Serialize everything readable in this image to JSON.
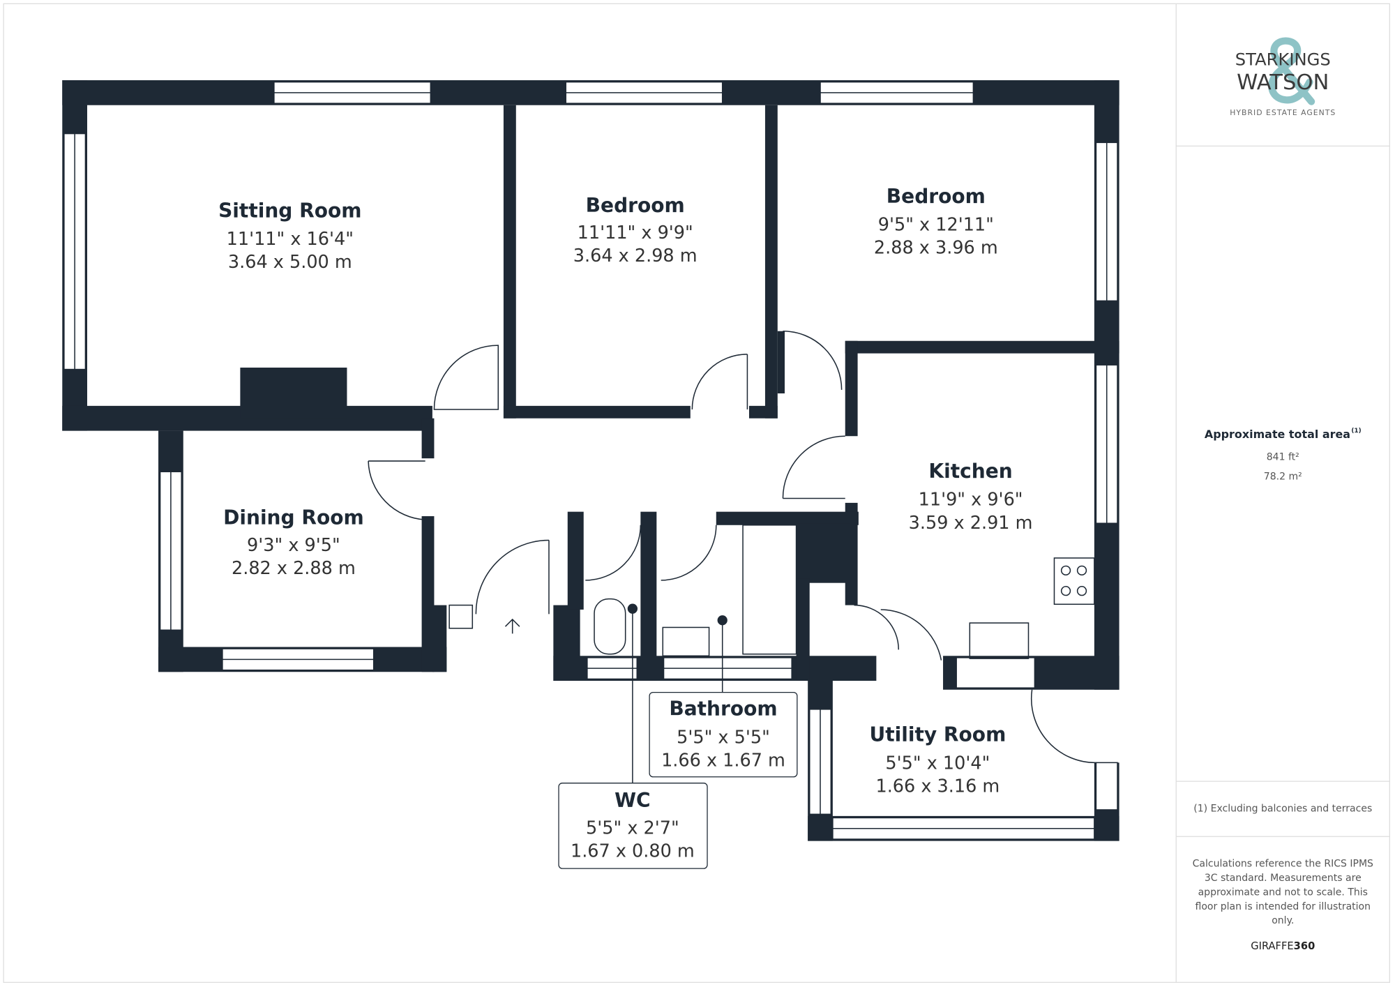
{
  "brand": {
    "name_line1": "STARKINGS",
    "name_line2": "WATSON",
    "ampersand": "&",
    "tagline": "HYBRID ESTATE AGENTS",
    "accent_color": "#8ec3c6",
    "wall_color": "#1e2935"
  },
  "rooms": [
    {
      "name": "Sitting Room",
      "imperial": "11'11\" x 16'4\"",
      "metric": "3.64 x 5.00 m"
    },
    {
      "name": "Bedroom",
      "imperial": "11'11\" x 9'9\"",
      "metric": "3.64 x 2.98 m"
    },
    {
      "name": "Bedroom",
      "imperial": "9'5\" x 12'11\"",
      "metric": "2.88 x 3.96 m"
    },
    {
      "name": "Dining Room",
      "imperial": "9'3\" x 9'5\"",
      "metric": "2.82 x 2.88 m"
    },
    {
      "name": "Kitchen",
      "imperial": "11'9\" x 9'6\"",
      "metric": "3.59 x 2.91 m"
    },
    {
      "name": "Bathroom",
      "imperial": "5'5\" x 5'5\"",
      "metric": "1.66 x 1.67 m"
    },
    {
      "name": "Utility Room",
      "imperial": "5'5\" x 10'4\"",
      "metric": "1.66 x 3.16 m"
    },
    {
      "name": "WC",
      "imperial": "5'5\" x 2'7\"",
      "metric": "1.67 x 0.80 m"
    }
  ],
  "area": {
    "title": "Approximate total area",
    "footnote_mark": "(1)",
    "imperial": "841 ft²",
    "metric": "78.2 m²"
  },
  "footnote": "(1) Excluding balconies and terraces",
  "disclaimer_lines": [
    "Calculations reference the RICS IPMS",
    "3C standard. Measurements are",
    "approximate and not to scale. This",
    "floor plan is intended for illustration",
    "only."
  ],
  "credit": {
    "part1": "GIRAFFE",
    "part2": "360"
  }
}
